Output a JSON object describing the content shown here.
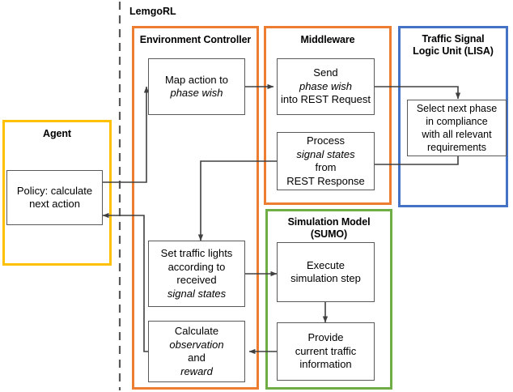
{
  "diagram": {
    "system_label": "LemgoRL",
    "groups": [
      {
        "key": "agent",
        "title": "Agent",
        "color": "#FFC000"
      },
      {
        "key": "envctrl",
        "title": "Environment Controller",
        "color": "#ED7D31"
      },
      {
        "key": "middleware",
        "title": "Middleware",
        "color": "#ED7D31"
      },
      {
        "key": "lisa_l1",
        "title": "Traffic Signal",
        "color": "#4472C4"
      },
      {
        "key": "lisa_l2",
        "title": "Logic Unit (LISA)",
        "color": "#4472C4"
      },
      {
        "key": "sumo_l1",
        "title": "Simulation Model",
        "color": "#70AD47"
      },
      {
        "key": "sumo_l2",
        "title": "(SUMO)",
        "color": "#70AD47"
      }
    ],
    "nodes": {
      "policy": {
        "line1": "Policy: calculate",
        "line2": "next action"
      },
      "map": {
        "line1": "Map action to",
        "line2": "phase wish"
      },
      "send": {
        "line1": "Send",
        "line2": "phase wish",
        "line3": "into REST Request"
      },
      "process": {
        "line1": "Process",
        "line2": "signal states",
        "line2b": " from",
        "line3": "REST Response"
      },
      "select": {
        "line1": "Select next phase",
        "line2": "in compliance",
        "line3": "with all relevant",
        "line4": "requirements"
      },
      "settl": {
        "line1": "Set traffic lights",
        "line2": "according to",
        "line3": "received",
        "line4": "signal states"
      },
      "execute": {
        "line1": "Execute",
        "line2": "simulation step"
      },
      "provide": {
        "line1": "Provide",
        "line2": "current traffic",
        "line3": "information"
      },
      "calculate": {
        "line1": "Calculate",
        "line2": "observation",
        "line2b": " and",
        "line3": "reward"
      }
    },
    "colors": {
      "agent_border": "#FFC000",
      "orange_border": "#ED7D31",
      "blue_border": "#4472C4",
      "green_border": "#70AD47",
      "node_border": "#595959",
      "wire": "#404040",
      "boundary_dash": "#595959"
    }
  }
}
